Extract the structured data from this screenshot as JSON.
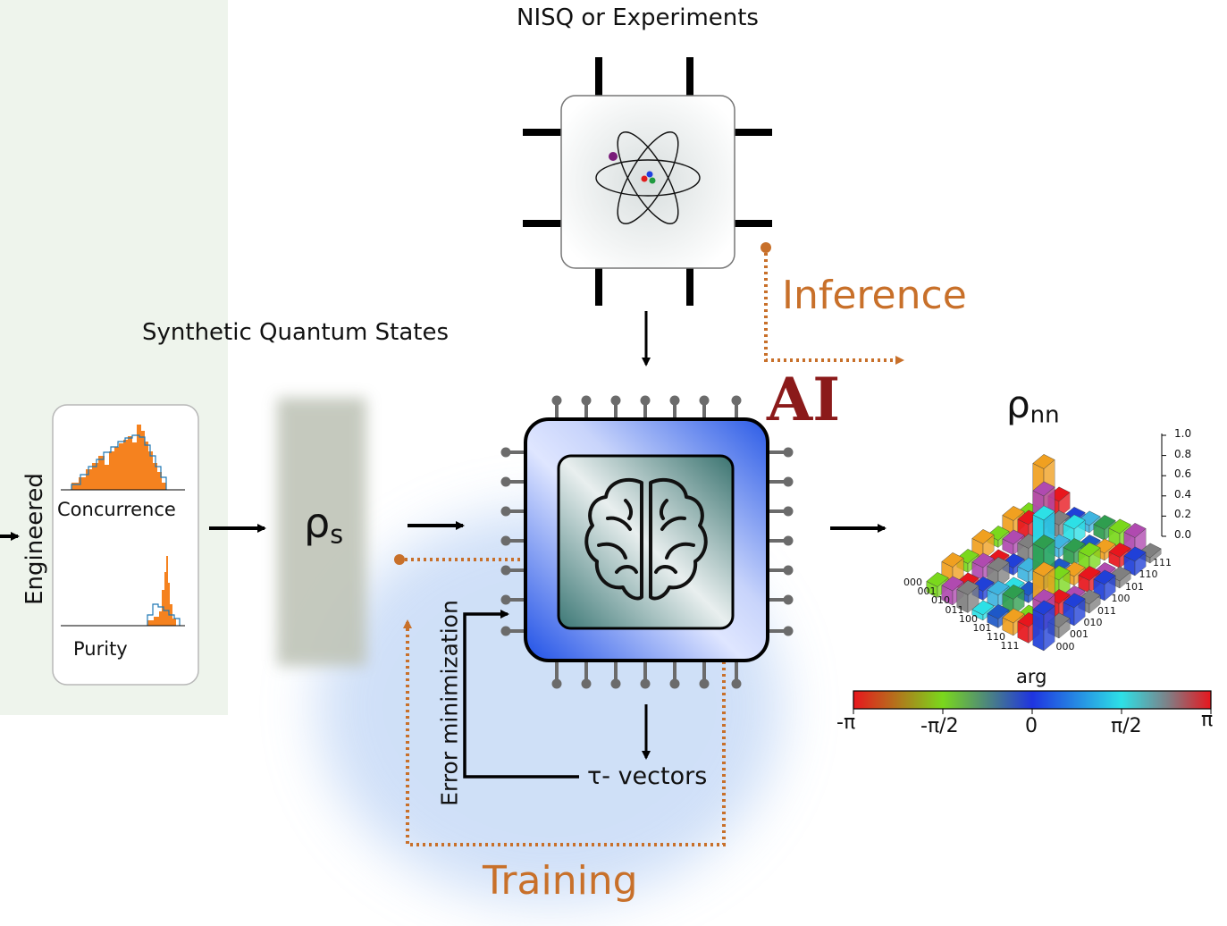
{
  "labels": {
    "nisq": "NISQ or Experiments",
    "inference": "Inference",
    "synthetic": "Synthetic Quantum States",
    "ai": "AI",
    "engineered": "Engineered",
    "concurrence": "Concurrence",
    "purity": "Purity",
    "rho_s_main": "ρ",
    "rho_s_sub": "s",
    "rho_nn_main": "ρ",
    "rho_nn_sub": "nn",
    "error_min": "Error minimization",
    "tau": "τ- vectors",
    "training": "Training",
    "arg": "arg"
  },
  "colorbar_ticks": [
    "-π",
    "-π/2",
    "0",
    "π/2",
    "π"
  ],
  "zaxis_ticks": [
    "1.0",
    "0.8",
    "0.6",
    "0.4",
    "0.2",
    "0.0"
  ],
  "basis_left": [
    "000",
    "001",
    "010",
    "011",
    "100",
    "101",
    "110",
    "111"
  ],
  "basis_right": [
    "111",
    "110",
    "101",
    "100",
    "011",
    "010",
    "001",
    "000"
  ],
  "colors": {
    "orange_dotted": "#c8702a",
    "ai_text": "#8b1a1a",
    "pin": "#6b6b6b",
    "panel_green": "#eef4ec",
    "hist_orange": "#f5821f",
    "hist_blue": "#1f77b4"
  }
}
